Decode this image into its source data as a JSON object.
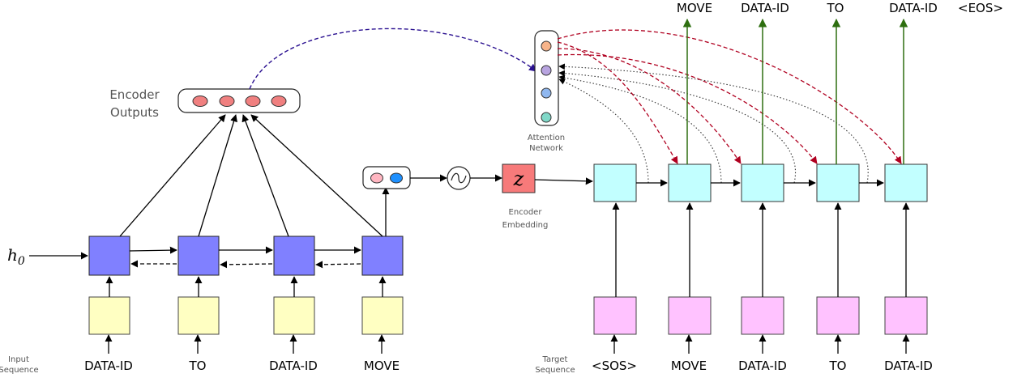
{
  "input_label": [
    "Input",
    "Sequence"
  ],
  "target_label": [
    "Target",
    "Sequence"
  ],
  "input_tokens": [
    "DATA-ID",
    "TO",
    "DATA-ID",
    "MOVE"
  ],
  "target_tokens": [
    "<SOS>",
    "MOVE",
    "DATA-ID",
    "TO",
    "DATA-ID"
  ],
  "output_tokens": [
    "MOVE",
    "DATA-ID",
    "TO",
    "DATA-ID",
    "<EOS>"
  ],
  "h0_label": "h",
  "h0_subscript": "0",
  "encoder_outputs_label": [
    "Encoder",
    "Outputs"
  ],
  "encoder_embedding_label": [
    "Encoder",
    "Embedding"
  ],
  "attention_label": [
    "Attention",
    "Network"
  ],
  "z_label": "z",
  "colors": {
    "embed_box": "#ffffc2",
    "encoder_cell": "#8080ff",
    "decoder_cell": "#c2ffff",
    "target_embed": "#ffc2ff",
    "z_box": "#f77a7a",
    "encoder_dot": "#f08080",
    "attn_dots": [
      "#f7b48a",
      "#b8a4e0",
      "#90b8f0",
      "#80d8c8"
    ],
    "attn_flow": "#b00020",
    "context_flow": "#2a1090",
    "output_arrow": "#2e6f10",
    "latent_dots": [
      "#ffb6c1",
      "#1e90ff"
    ]
  }
}
